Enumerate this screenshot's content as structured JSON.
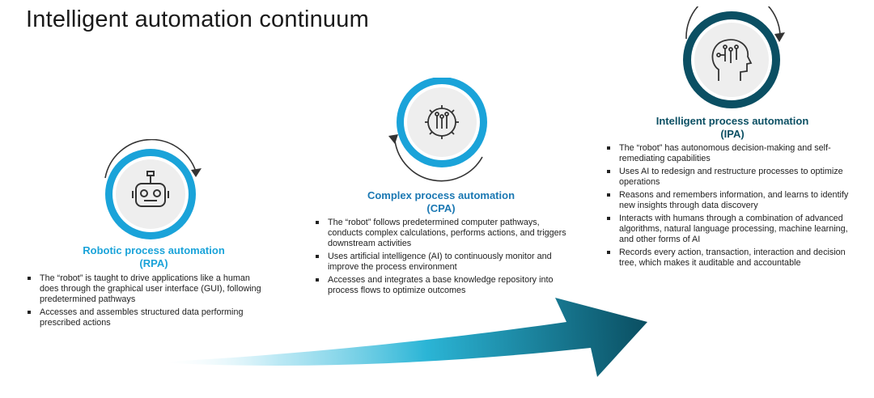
{
  "title": "Intelligent automation continuum",
  "colors": {
    "accent_blue": "#1aa3d9",
    "title_blue": "#1b78b3",
    "dark_teal": "#0b4f63",
    "arrow_light": "#2bb5d6",
    "arrow_dark": "#0a4e61"
  },
  "stages": [
    {
      "icon": "robot-icon",
      "title": "Robotic process automation",
      "abbr": "(RPA)",
      "bullets": [
        "The “robot” is taught to drive applications like a human does through the graphical user interface (GUI), following predetermined pathways",
        "Accesses and assembles structured data performing prescribed actions"
      ]
    },
    {
      "icon": "gear-circuit-icon",
      "title": "Complex process automation",
      "abbr": "(CPA)",
      "bullets": [
        "The “robot” follows predetermined computer pathways, conducts complex calculations, performs actions, and triggers downstream activities",
        "Uses artificial intelligence (AI) to continuously monitor and improve the process environment",
        "Accesses and integrates a base knowledge repository into process flows to optimize outcomes"
      ]
    },
    {
      "icon": "brain-head-icon",
      "title": "Intelligent process automation",
      "abbr": "(IPA)",
      "bullets": [
        "The “robot” has autonomous decision-making and self-remediating capabilities",
        "Uses AI to redesign and restructure processes to optimize operations",
        "Reasons and remembers information, and learns to identify new insights through data discovery",
        "Interacts with humans through a combination of advanced algorithms, natural language processing, machine learning, and other forms of AI",
        "Records every action, transaction, interaction and decision tree, which makes it auditable and accountable"
      ]
    }
  ]
}
